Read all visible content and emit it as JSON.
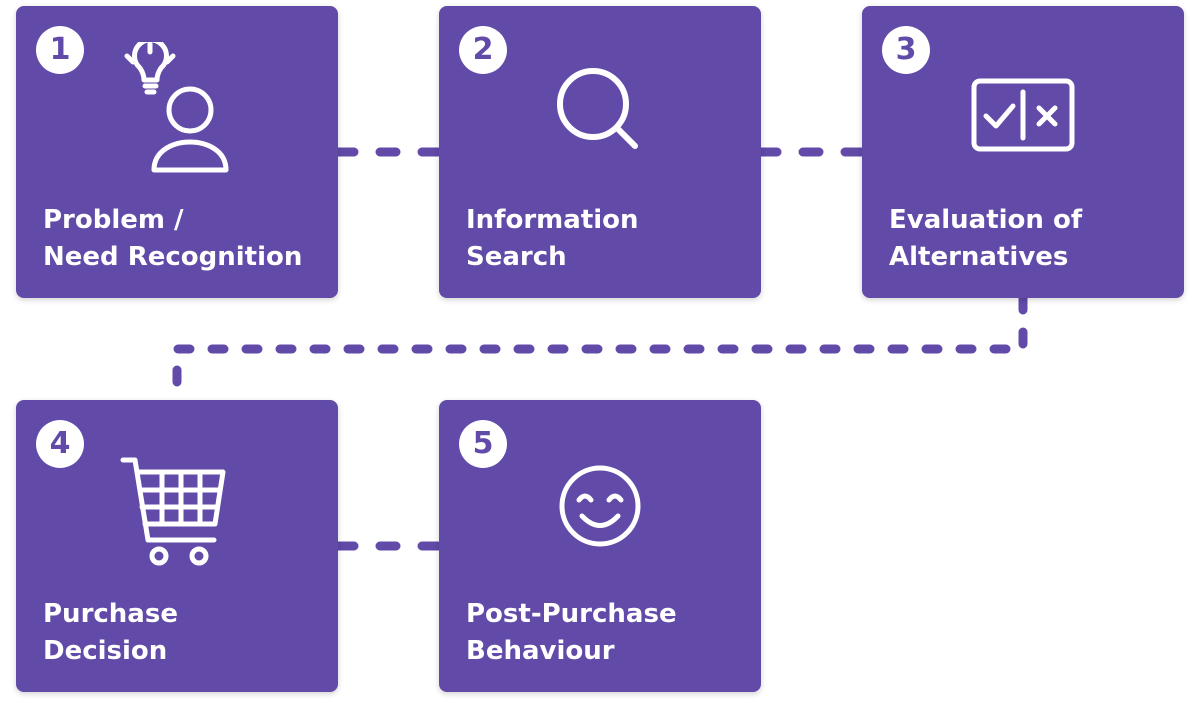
{
  "colors": {
    "card": "#614aa8",
    "connector": "#614aa8",
    "text": "#ffffff"
  },
  "steps": [
    {
      "number": "1",
      "title_line1": "Problem /",
      "title_line2": "Need Recognition",
      "icon": "lightbulb-person-icon"
    },
    {
      "number": "2",
      "title_line1": "Information",
      "title_line2": "Search",
      "icon": "magnifier-icon"
    },
    {
      "number": "3",
      "title_line1": "Evaluation of",
      "title_line2": "Alternatives",
      "icon": "check-cross-icon"
    },
    {
      "number": "4",
      "title_line1": "Purchase",
      "title_line2": "Decision",
      "icon": "shopping-cart-icon"
    },
    {
      "number": "5",
      "title_line1": "Post-Purchase",
      "title_line2": "Behaviour",
      "icon": "smiley-icon"
    }
  ]
}
